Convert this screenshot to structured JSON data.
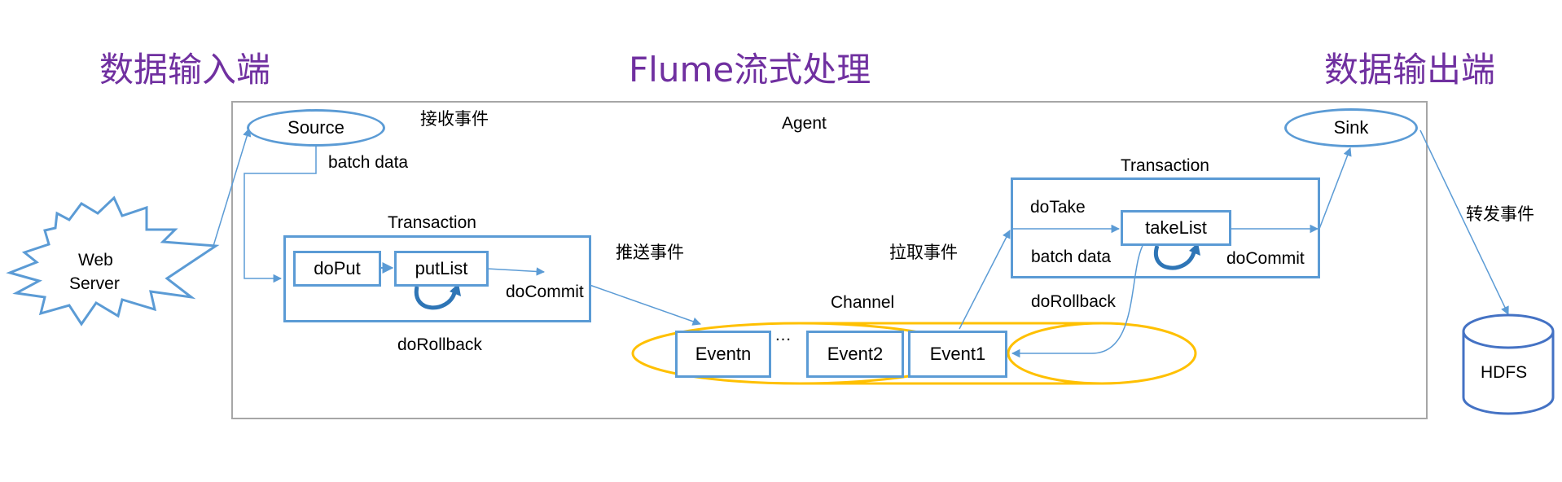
{
  "headings": {
    "input": "数据输入端",
    "main": "Flume流式处理",
    "output": "数据输出端"
  },
  "agent": {
    "label": "Agent",
    "receive_event": "接收事件",
    "push_event": "推送事件",
    "pull_event": "拉取事件",
    "forward_event": "转发事件"
  },
  "web_server": {
    "line1": "Web",
    "line2": "Server"
  },
  "source": {
    "label": "Source",
    "batch_data": "batch data"
  },
  "put_transaction": {
    "title": "Transaction",
    "do_put": "doPut",
    "put_list": "putList",
    "do_commit": "doCommit",
    "do_rollback": "doRollback"
  },
  "channel": {
    "title": "Channel",
    "events": [
      "Eventn",
      "…",
      "Event2",
      "Event1"
    ]
  },
  "take_transaction": {
    "title": "Transaction",
    "do_take": "doTake",
    "take_list": "takeList",
    "batch_data": "batch data",
    "do_commit": "doCommit",
    "do_rollback": "doRollback"
  },
  "sink": {
    "label": "Sink"
  },
  "hdfs": {
    "label": "HDFS"
  },
  "colors": {
    "heading": "#7030a0",
    "node_border": "#5b9bd5",
    "channel_border": "#ffc000",
    "agent_border": "#a6a6a6",
    "arrow": "#5b9bd5"
  }
}
